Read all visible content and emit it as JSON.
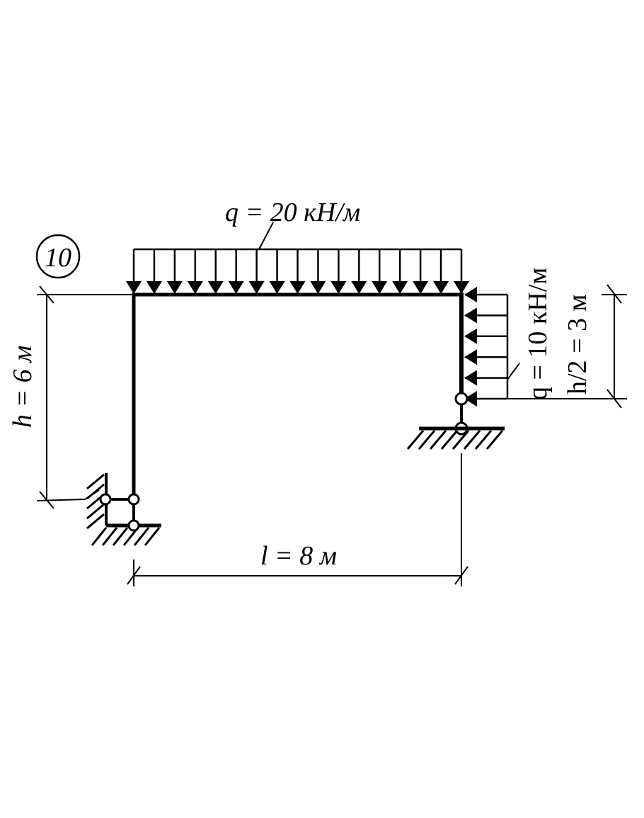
{
  "problem_number": "10",
  "loads": {
    "top": {
      "label": "q = 20 кН/м",
      "q": 20,
      "unit": "кН/м",
      "direction": "down"
    },
    "right": {
      "label": "q = 10 кН/м",
      "q": 10,
      "unit": "кН/м",
      "direction": "left"
    }
  },
  "dimensions": {
    "height": "h = 6 м",
    "half_height": "h/2 = 3 м",
    "length": "l = 8 м"
  },
  "colors": {
    "ink": "#000000",
    "background": "#ffffff"
  }
}
